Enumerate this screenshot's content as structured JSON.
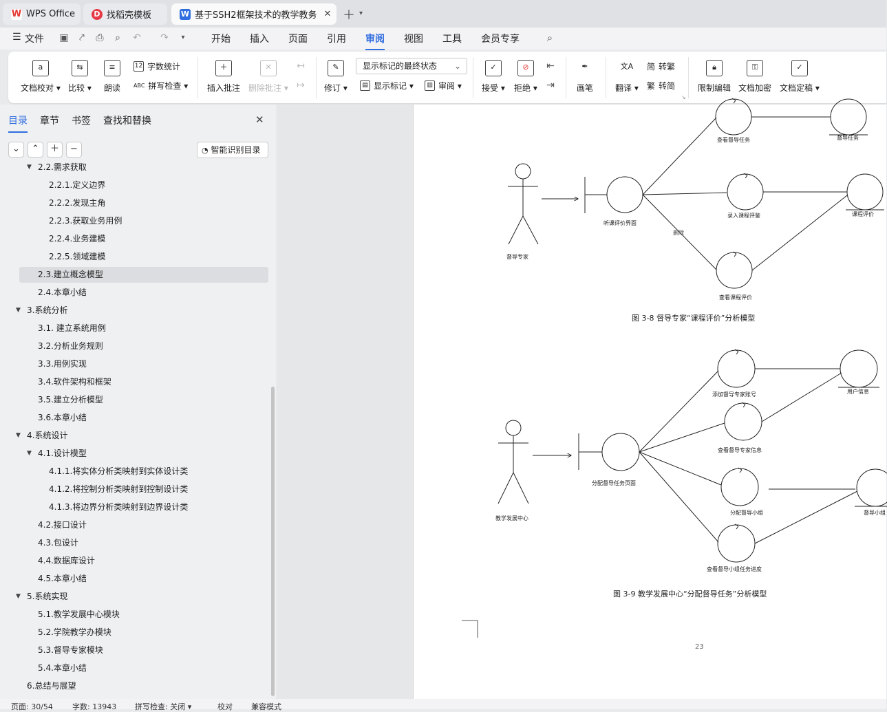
{
  "tabs": [
    {
      "label": "WPS Office",
      "icon": "wps-logo-icon"
    },
    {
      "label": "找稻壳模板",
      "icon": "docer-icon"
    },
    {
      "label": "基于SSH2框架技术的教学教务",
      "icon": "word-doc-icon"
    }
  ],
  "menu": {
    "file": "文件",
    "items": [
      "开始",
      "插入",
      "页面",
      "引用",
      "审阅",
      "视图",
      "工具",
      "会员专享"
    ],
    "active": "审阅"
  },
  "ribbon": {
    "proofread": "文档校对",
    "compare": "比较",
    "read_aloud": "朗读",
    "word_count": "字数统计",
    "spell_check": "拼写检查",
    "insert_comment": "插入批注",
    "delete_comment": "删除批注",
    "track": "修订",
    "markup_state": "显示标记的最终状态",
    "show_markup": "显示标记",
    "review_pane": "审阅",
    "accept": "接受",
    "reject": "拒绝",
    "pen": "画笔",
    "translate": "翻译",
    "to_traditional": "转繁",
    "to_simplified": "转简",
    "restrict_edit": "限制编辑",
    "encrypt": "文档加密",
    "finalize": "文档定稿"
  },
  "sidebar": {
    "tabs": [
      "目录",
      "章节",
      "书签",
      "查找和替换"
    ],
    "ai_toc": "智能识别目录",
    "toc": [
      {
        "label": "2.2.需求获取",
        "level": 2,
        "expanded": true
      },
      {
        "label": "2.2.1.定义边界",
        "level": 3
      },
      {
        "label": "2.2.2.发现主角",
        "level": 3
      },
      {
        "label": "2.2.3.获取业务用例",
        "level": 3
      },
      {
        "label": "2.2.4.业务建模",
        "level": 3
      },
      {
        "label": "2.2.5.领域建模",
        "level": 3
      },
      {
        "label": "2.3.建立概念模型",
        "level": 2,
        "selected": true
      },
      {
        "label": "2.4.本章小结",
        "level": 2
      },
      {
        "label": "3.系统分析",
        "level": 1,
        "expanded": true
      },
      {
        "label": "3.1.  建立系统用例",
        "level": 2
      },
      {
        "label": "3.2.分析业务规则",
        "level": 2
      },
      {
        "label": "3.3.用例实现",
        "level": 2
      },
      {
        "label": "3.4.软件架构和框架",
        "level": 2
      },
      {
        "label": "3.5.建立分析模型",
        "level": 2
      },
      {
        "label": "3.6.本章小结",
        "level": 2
      },
      {
        "label": "4.系统设计",
        "level": 1,
        "expanded": true
      },
      {
        "label": "4.1.设计模型",
        "level": 2,
        "expanded": true
      },
      {
        "label": "4.1.1.将实体分析类映射到实体设计类",
        "level": 3
      },
      {
        "label": "4.1.2.将控制分析类映射到控制设计类",
        "level": 3
      },
      {
        "label": "4.1.3.将边界分析类映射到边界设计类",
        "level": 3
      },
      {
        "label": "4.2.接口设计",
        "level": 2
      },
      {
        "label": "4.3.包设计",
        "level": 2
      },
      {
        "label": "4.4.数据库设计",
        "level": 2
      },
      {
        "label": "4.5.本章小结",
        "level": 2
      },
      {
        "label": "5.系统实现",
        "level": 1,
        "expanded": true
      },
      {
        "label": "5.1.教学发展中心模块",
        "level": 2
      },
      {
        "label": "5.2.学院教学办模块",
        "level": 2
      },
      {
        "label": "5.3.督导专家模块",
        "level": 2
      },
      {
        "label": "5.4.本章小结",
        "level": 2
      },
      {
        "label": "6.总结与展望",
        "level": 1
      }
    ]
  },
  "document": {
    "fig38": {
      "actor": "督导专家",
      "boundary": "听课评价界面",
      "controls": [
        "查看督导任务",
        "录入课程评鉴",
        "查看课程评价"
      ],
      "entities": [
        "督导任务",
        "课程评价"
      ],
      "edge_label": "删除",
      "caption": "图 3-8  督导专家“课程评价”分析模型"
    },
    "fig39": {
      "actor": "教学发展中心",
      "boundary": "分配督导任务页面",
      "controls": [
        "添加督导专家账号",
        "查看督导专家信息",
        "分配督导小组",
        "查看督导小组任务进度"
      ],
      "entities": [
        "用户信息",
        "督导小组"
      ],
      "caption": "图 3-9   教学发展中心“分配督导任务”分析模型"
    },
    "page_number": "23"
  },
  "status": {
    "page": "页面: 30/54",
    "words": "字数: 13943",
    "spell": "拼写检查: 关闭",
    "proof": "校对",
    "compat": "兼容模式"
  }
}
